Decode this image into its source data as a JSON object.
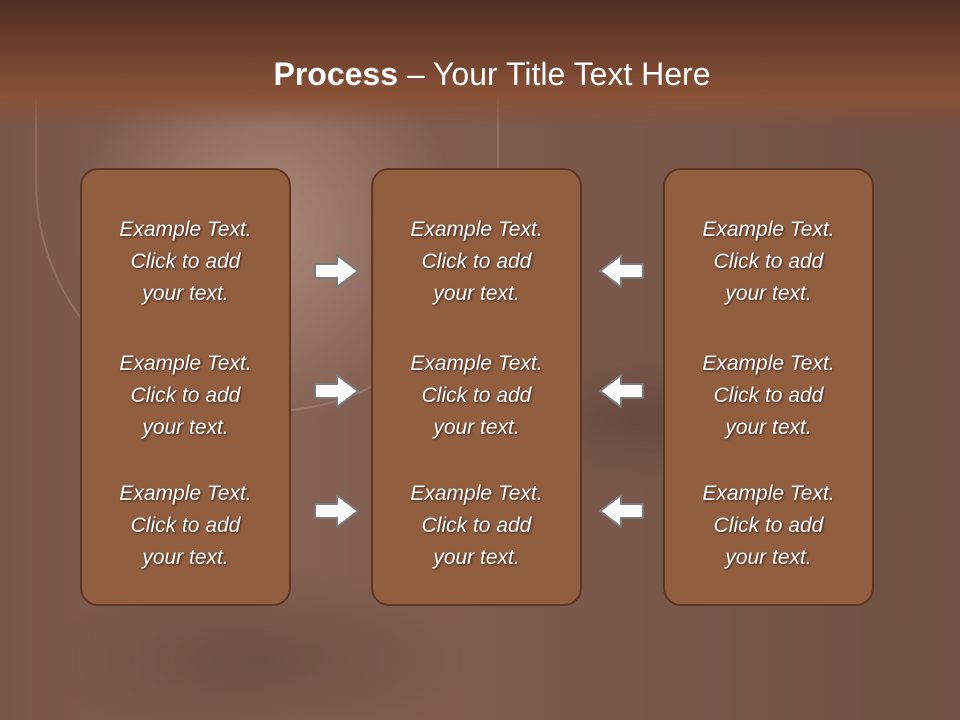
{
  "slide": {
    "title_bold": "Process",
    "title_rest": " – Your Title Text Here"
  },
  "columns": [
    {
      "items": [
        {
          "line1": "Example Text.",
          "line2": "Click  to add",
          "line3": "your text."
        },
        {
          "line1": "Example Text.",
          "line2": "Click  to add",
          "line3": "your text."
        },
        {
          "line1": "Example Text.",
          "line2": "Click  to add",
          "line3": "your text."
        }
      ]
    },
    {
      "items": [
        {
          "line1": "Example Text.",
          "line2": "Click  to add",
          "line3": "your text."
        },
        {
          "line1": "Example Text.",
          "line2": "Click  to add",
          "line3": "your text."
        },
        {
          "line1": "Example Text.",
          "line2": "Click  to add",
          "line3": "your text."
        }
      ]
    },
    {
      "items": [
        {
          "line1": "Example Text.",
          "line2": "Click  to add",
          "line3": "your text."
        },
        {
          "line1": "Example Text.",
          "line2": "Click  to add",
          "line3": "your text."
        },
        {
          "line1": "Example Text.",
          "line2": "Click  to add",
          "line3": "your text."
        }
      ]
    }
  ],
  "arrows": {
    "left_group": "arrow-right-icon",
    "right_group": "arrow-left-icon"
  },
  "colors": {
    "box_fill": "#925e40",
    "box_border": "#5e3723",
    "header": "#7a4630",
    "text": "#ffffff"
  }
}
